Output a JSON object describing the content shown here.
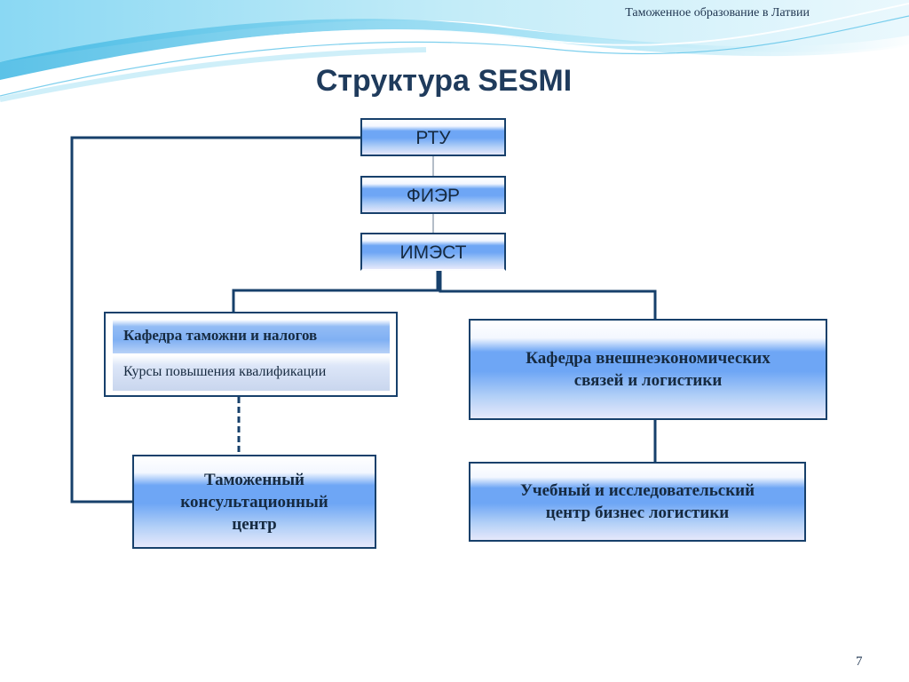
{
  "header": {
    "note": "Таможенное образование в Латвии",
    "title": "Структура SESMI"
  },
  "nodes": {
    "rtu": "РТУ",
    "fier": "ФИЭР",
    "imest": "ИМЭСТ",
    "customs_dept": {
      "title": "Кафедра таможни и налогов",
      "courses": "Курсы повышения квалификации"
    },
    "foreign_econ_dept": "Кафедра внешнеэкономических\nсвязей и логистики",
    "consult_center": "Таможенный\nконсультационный\nцентр",
    "research_center": "Учебный и исследовательский\nцентр бизнес логистики"
  },
  "footer": {
    "page_number": "7"
  },
  "colors": {
    "border": "#17406b",
    "box_fill": "#6ea6f5",
    "title_text": "#1f3b5c",
    "wave": "#7fd3f0"
  }
}
